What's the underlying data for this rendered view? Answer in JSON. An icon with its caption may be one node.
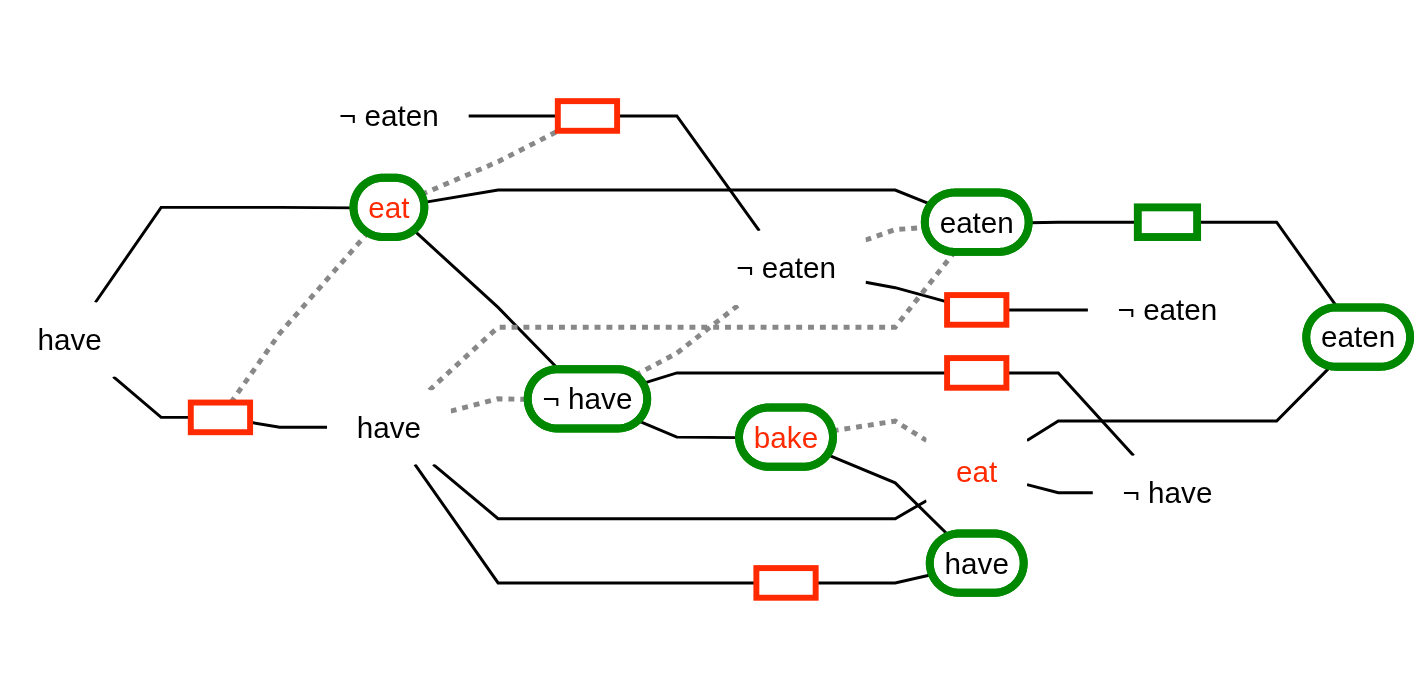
{
  "diagram": {
    "nodes": [
      {
        "text": [
          "have"
        ]
      },
      {
        "text": [
          "¬ eaten"
        ]
      },
      {
        "text": [],
        "shape": "box"
      },
      {
        "text": [
          "eat"
        ]
      },
      {
        "text": [],
        "shape": "box"
      },
      {
        "text": [
          "have"
        ]
      },
      {
        "text": [
          "¬ have"
        ]
      },
      {
        "text": [
          "¬ eaten"
        ]
      },
      {
        "text": [
          "eaten"
        ]
      },
      {
        "text": [
          "bake"
        ]
      },
      {
        "text": [],
        "shape": "box"
      },
      {
        "text": [],
        "shape": "box"
      },
      {
        "text": [
          "eat"
        ]
      },
      {
        "text": [],
        "shape": "box"
      },
      {
        "text": [],
        "shape": "box"
      },
      {
        "text": [
          "have"
        ]
      },
      {
        "text": [
          "¬ have"
        ]
      },
      {
        "text": [
          "¬ eaten"
        ]
      },
      {
        "text": [
          "eaten"
        ]
      }
    ],
    "edges": [
      {
        "from": 0,
        "to": 2,
        "arrow": "none"
      },
      {
        "from": 2,
        "to": 5,
        "arrow": "none"
      },
      {
        "from": 0,
        "to": 3,
        "arrow": "none"
      },
      {
        "from": 3,
        "to": 6,
        "arrow": "none"
      },
      {
        "from": 3,
        "to": 8,
        "arrow": "none"
      },
      {
        "from": 1,
        "to": 4,
        "arrow": "none"
      },
      {
        "from": 4,
        "to": 7,
        "arrow": "none"
      },
      {
        "from": 2,
        "to": 3,
        "arrow": "none",
        "style": "dashed",
        "color": "#888888"
      },
      {
        "from": 3,
        "to": 4,
        "arrow": "none",
        "style": "dashed",
        "color": "#888888"
      },
      {
        "from": 5,
        "to": 10,
        "arrow": "none"
      },
      {
        "from": 10,
        "to": 15,
        "arrow": "none"
      },
      {
        "from": 5,
        "to": 12,
        "arrow": "none"
      },
      {
        "from": 6,
        "to": 9,
        "arrow": "none"
      },
      {
        "from": 6,
        "to": 11,
        "arrow": "none"
      },
      {
        "from": 11,
        "to": 16,
        "arrow": "none"
      },
      {
        "from": 7,
        "to": 13,
        "arrow": "none"
      },
      {
        "from": 13,
        "to": 17,
        "arrow": "none"
      },
      {
        "from": 8,
        "to": 14,
        "arrow": "none"
      },
      {
        "from": 14,
        "to": 18,
        "arrow": "none"
      },
      {
        "from": 9,
        "to": 15,
        "arrow": "none"
      },
      {
        "from": 12,
        "to": 16,
        "arrow": "none"
      },
      {
        "from": 12,
        "to": 18,
        "arrow": "none"
      },
      {
        "from": 5,
        "to": 6,
        "arrow": "none",
        "style": "dashed",
        "color": "#888888"
      },
      {
        "from": 5,
        "to": 8,
        "arrow": "none",
        "style": "dashed",
        "color": "#888888"
      },
      {
        "from": 6,
        "to": 7,
        "arrow": "none",
        "style": "dashed",
        "color": "#888888"
      },
      {
        "from": 7,
        "to": 8,
        "arrow": "none",
        "style": "dashed",
        "color": "#888888"
      },
      {
        "from": 9,
        "to": 12,
        "arrow": "none",
        "style": "dashed",
        "color": "#888888"
      }
    ]
  }
}
